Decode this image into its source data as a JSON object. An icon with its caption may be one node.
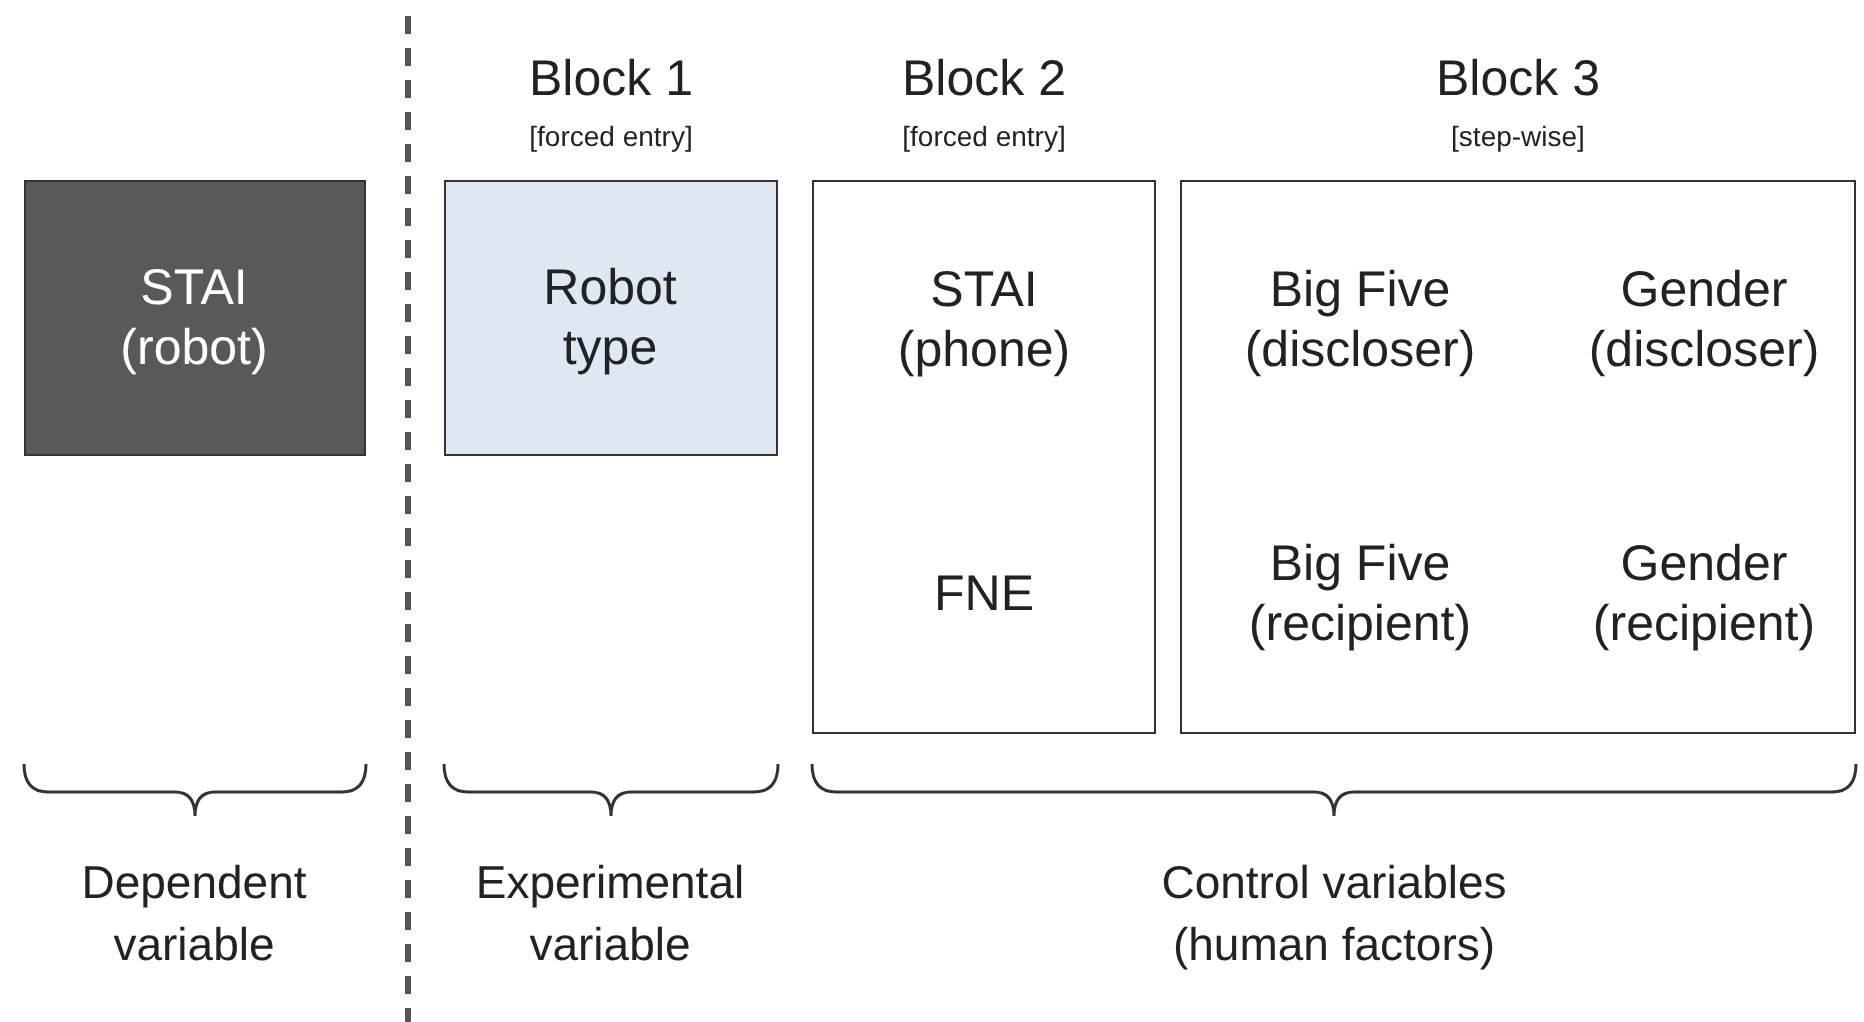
{
  "diagram": {
    "nodes": [
      {
        "text": [
          "STAI (robot)"
        ]
      },
      {
        "text": [
          "Block 1",
          "[forced entry]",
          "Robot type"
        ]
      },
      {
        "text": [
          "Block 2",
          "[forced entry]",
          "STAI (phone)",
          "FNE"
        ]
      },
      {
        "text": [
          "Block 3",
          "[step-wise]",
          "Big Five (discloser)",
          "Gender (discloser)",
          "Big Five (recipient)",
          "Gender (recipient)"
        ]
      }
    ],
    "edges": [],
    "labels": [
      "Dependent variable",
      "Experimental variable",
      "Control variables (human factors)"
    ]
  }
}
